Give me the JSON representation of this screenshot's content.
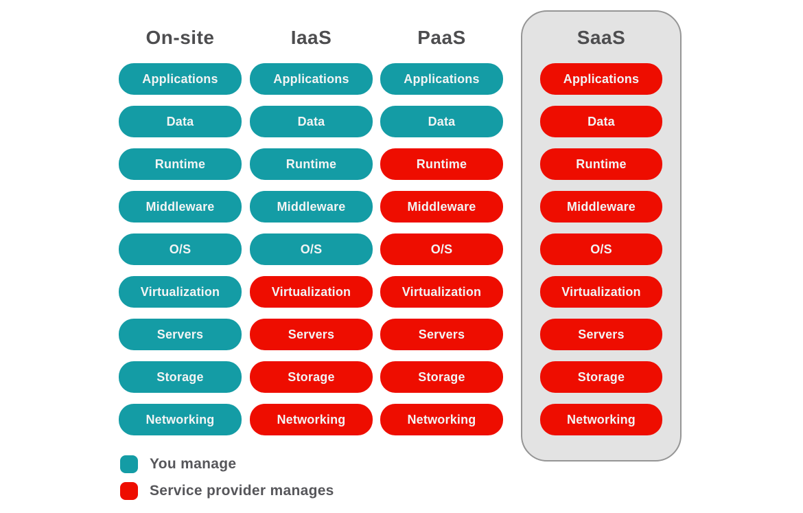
{
  "layers": [
    "Applications",
    "Data",
    "Runtime",
    "Middleware",
    "O/S",
    "Virtualization",
    "Servers",
    "Storage",
    "Networking"
  ],
  "columns": [
    {
      "name": "On-site",
      "owners": [
        "you",
        "you",
        "you",
        "you",
        "you",
        "you",
        "you",
        "you",
        "you"
      ]
    },
    {
      "name": "IaaS",
      "owners": [
        "you",
        "you",
        "you",
        "you",
        "you",
        "provider",
        "provider",
        "provider",
        "provider"
      ]
    },
    {
      "name": "PaaS",
      "owners": [
        "you",
        "you",
        "provider",
        "provider",
        "provider",
        "provider",
        "provider",
        "provider",
        "provider"
      ]
    },
    {
      "name": "SaaS",
      "owners": [
        "provider",
        "provider",
        "provider",
        "provider",
        "provider",
        "provider",
        "provider",
        "provider",
        "provider"
      ]
    }
  ],
  "legend": {
    "items": [
      {
        "label": "You manage",
        "owner": "you"
      },
      {
        "label": "Service provider manages",
        "owner": "provider"
      }
    ]
  },
  "colors": {
    "you": "#149CA5",
    "provider": "#EE0D00",
    "pill_text": "#F2F4F4",
    "header_text": "#4D4D4F",
    "legend_text": "#56565A",
    "saas_panel_bg": "#E3E3E3",
    "saas_panel_border": "#959595",
    "background": "#FFFFFF"
  }
}
